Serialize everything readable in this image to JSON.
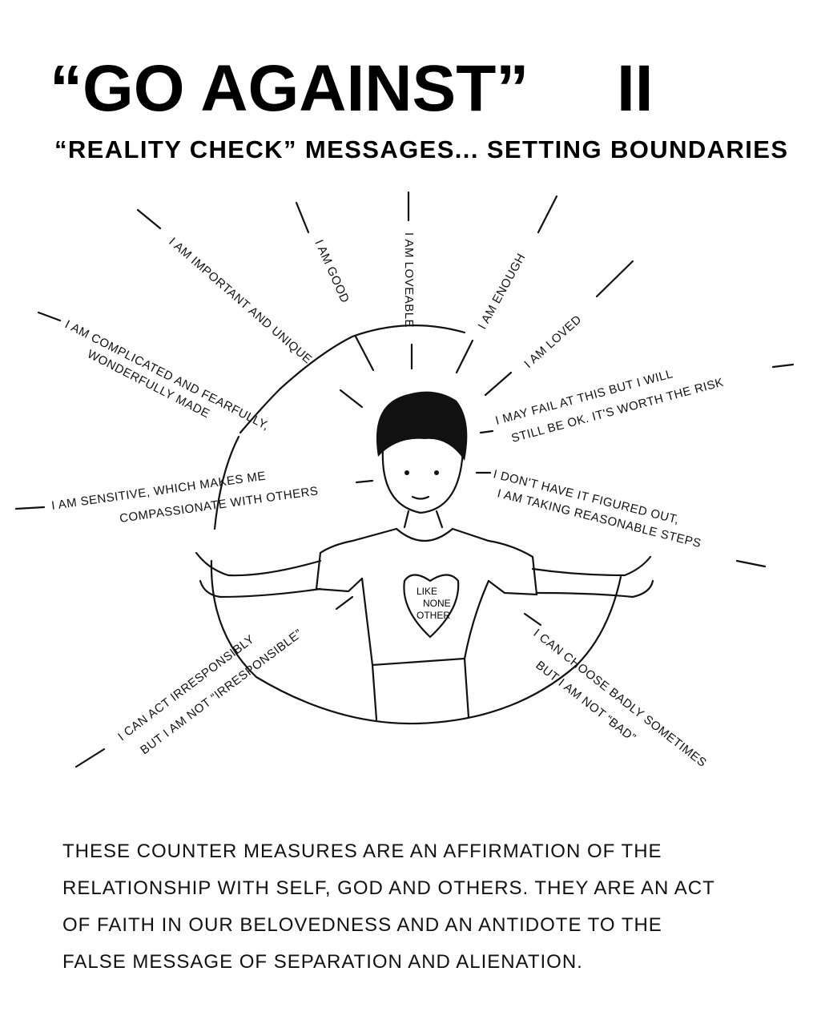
{
  "title": "“GO AGAINST”",
  "title_numeral": "II",
  "subtitle": "“REALITY CHECK” MESSAGES... SETTING BOUNDARIES",
  "messages": {
    "important": "I AM IMPORTANT AND UNIQUE",
    "good": "I AM GOOD",
    "loveable": "I AM LOVEABLE",
    "enough": "I AM ENOUGH",
    "loved": "I AM LOVED",
    "complicated_1": "I AM COMPLICATED AND FEARFULLY,",
    "complicated_2": "WONDERFULLY MADE",
    "fail_1": "I MAY FAIL AT THIS BUT I WILL",
    "fail_2": "STILL BE OK. IT'S WORTH THE RISK",
    "sensitive_1": "I AM SENSITIVE, WHICH MAKES ME",
    "sensitive_2": "COMPASSIONATE WITH OTHERS",
    "figured_1": "I DON'T HAVE IT FIGURED OUT,",
    "figured_2": "I AM TAKING REASONABLE STEPS",
    "irresponsible_1": "I CAN ACT IRRESPONSIBLY",
    "irresponsible_2": "BUT I AM NOT “IRRESPONSIBLE”",
    "badly_1": "I CAN CHOOSE BADLY SOMETIMES",
    "badly_2": "BUT I AM NOT “BAD”"
  },
  "shirt_heart": [
    "LIKE",
    "NONE",
    "OTHER"
  ],
  "paragraph": [
    "THESE COUNTER MEASURES ARE AN AFFIRMATION OF THE",
    "RELATIONSHIP WITH SELF, GOD AND OTHERS. THEY ARE AN ACT",
    "OF FAITH IN OUR BELOVEDNESS AND AN ANTIDOTE TO THE",
    "FALSE MESSAGE OF SEPARATION AND ALIENATION."
  ]
}
